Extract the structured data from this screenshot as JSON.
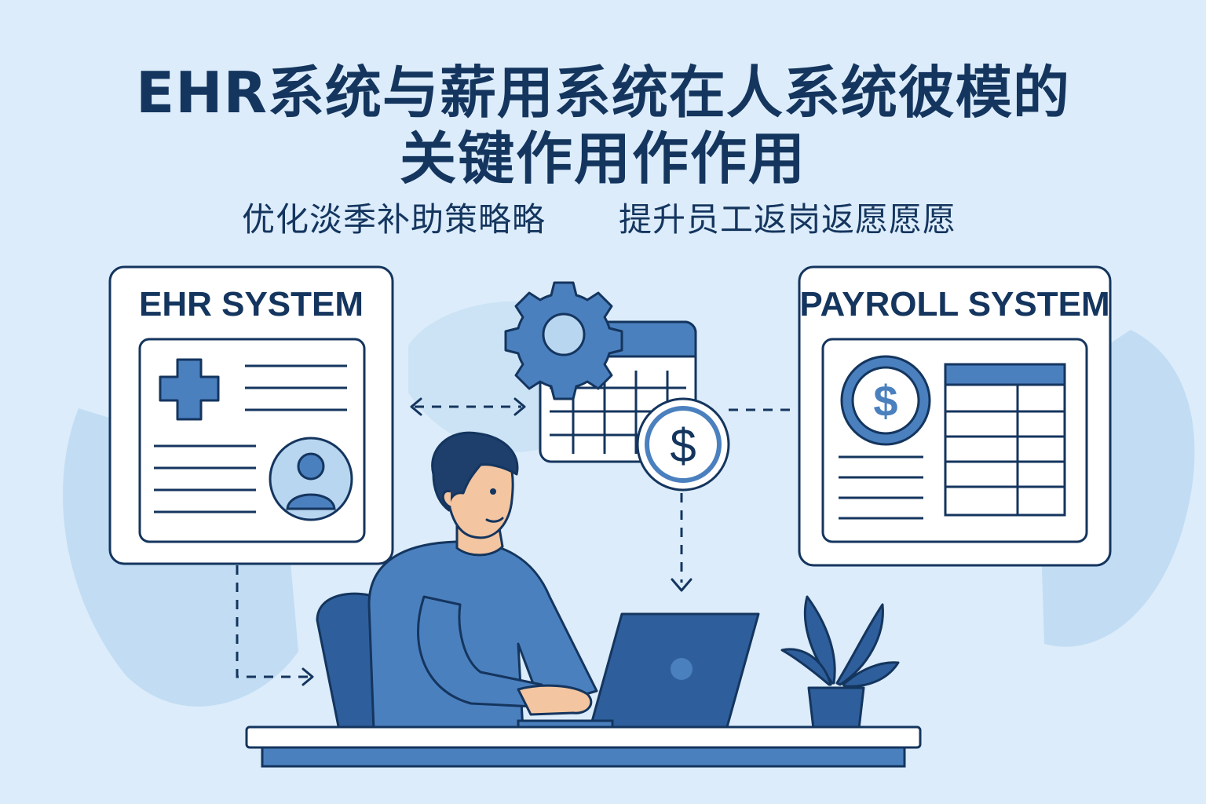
{
  "title": {
    "line1": "EHR系统与薪用系统在人系统彼模的",
    "line2": "关键作用作作用"
  },
  "subtitle": {
    "left": "优化淡季补助策略略",
    "right": "提升员工返岗返愿愿愿"
  },
  "panels": {
    "ehr": {
      "label": "EHR SYSTEM",
      "icons": [
        "medical-cross-icon",
        "user-avatar-icon"
      ]
    },
    "payroll": {
      "label": "PAYROLL SYSTEM",
      "icons": [
        "dollar-icon",
        "table-icon"
      ]
    }
  },
  "center": {
    "icons": [
      "gear-icon",
      "calendar-icon",
      "dollar-coin-icon"
    ]
  },
  "scene": {
    "icons": [
      "person-at-laptop",
      "laptop-icon",
      "desk",
      "chair",
      "potted-plant-icon"
    ]
  },
  "colors": {
    "background": "#dcecfa",
    "navy": "#14355e",
    "blue": "#4b80bf",
    "light_blue": "#b9d6f0",
    "white": "#ffffff"
  }
}
